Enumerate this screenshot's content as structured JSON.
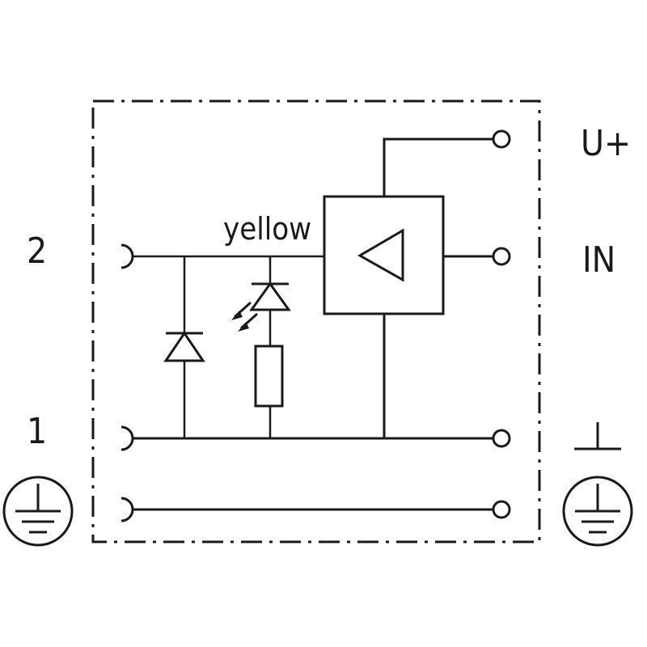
{
  "diagram": {
    "left_terminals": {
      "pin_2": "2",
      "pin_1": "1"
    },
    "right_terminals": {
      "supply": "U+",
      "input": "IN",
      "ground_symbol": "⊥"
    },
    "led_label": "yellow",
    "icons": [
      "protective-earth-icon",
      "diode-icon",
      "led-icon",
      "resistor-icon",
      "amplifier-icon",
      "ground-icon"
    ],
    "colors": {
      "line": "#1a1a1a",
      "background": "#ffffff"
    }
  }
}
